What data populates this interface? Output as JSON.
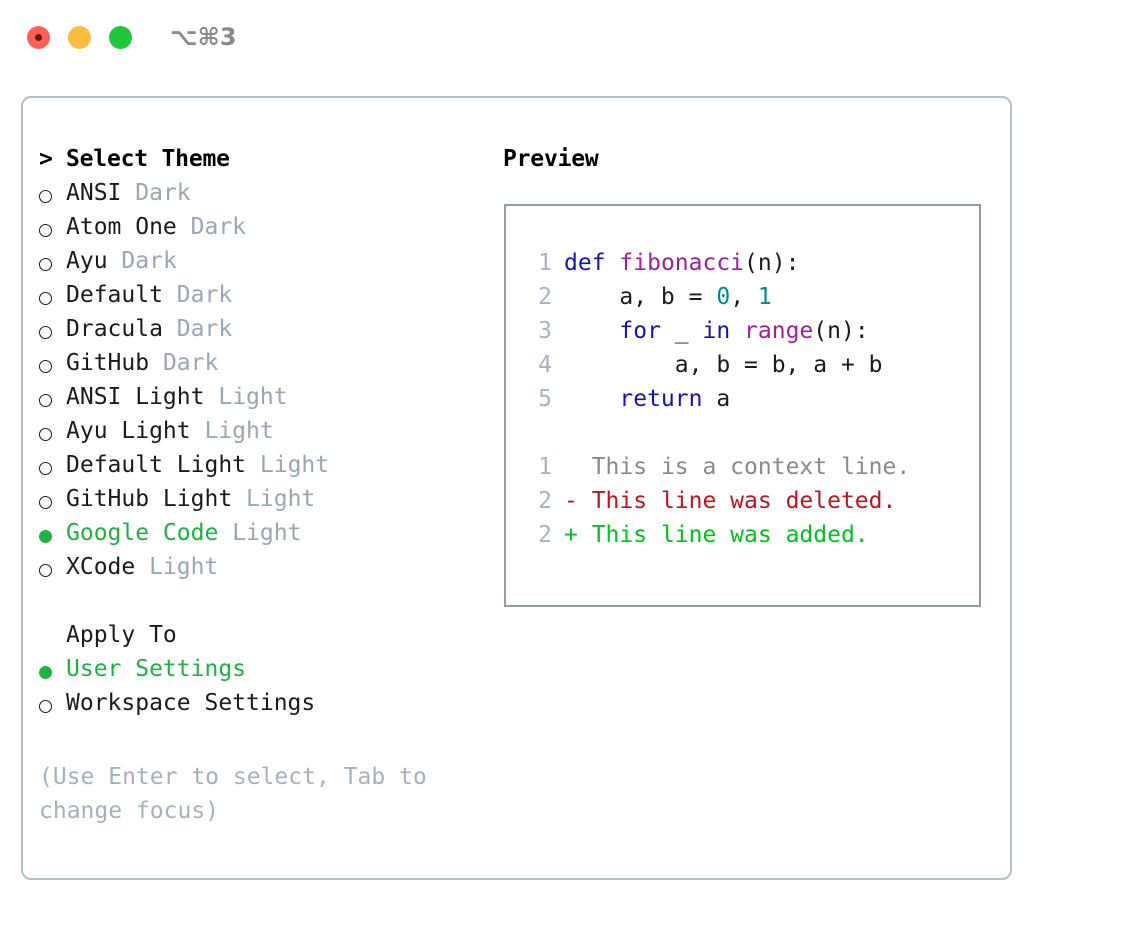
{
  "titlebar": {
    "shortcut": "⌥⌘3",
    "buttons": {
      "close": "close",
      "minimize": "minimize",
      "maximize": "maximize"
    }
  },
  "theme_picker": {
    "header": "Select Theme",
    "prompt": ">",
    "marker_selected": "●",
    "marker_unselected": "○",
    "items": [
      {
        "name": "ANSI",
        "kind": "Dark",
        "selected": false
      },
      {
        "name": "Atom One",
        "kind": "Dark",
        "selected": false
      },
      {
        "name": "Ayu",
        "kind": "Dark",
        "selected": false
      },
      {
        "name": "Default",
        "kind": "Dark",
        "selected": false
      },
      {
        "name": "Dracula",
        "kind": "Dark",
        "selected": false
      },
      {
        "name": "GitHub",
        "kind": "Dark",
        "selected": false
      },
      {
        "name": "ANSI Light",
        "kind": "Light",
        "selected": false
      },
      {
        "name": "Ayu Light",
        "kind": "Light",
        "selected": false
      },
      {
        "name": "Default Light",
        "kind": "Light",
        "selected": false
      },
      {
        "name": "GitHub Light",
        "kind": "Light",
        "selected": false
      },
      {
        "name": "Google Code",
        "kind": "Light",
        "selected": true
      },
      {
        "name": "XCode",
        "kind": "Light",
        "selected": false
      }
    ]
  },
  "apply_to": {
    "header": "Apply To",
    "options": [
      {
        "label": "User Settings",
        "selected": true
      },
      {
        "label": "Workspace Settings",
        "selected": false
      }
    ]
  },
  "hint": "(Use Enter to select, Tab to change focus)",
  "preview": {
    "title": "Preview",
    "code_lines": [
      {
        "no": "1",
        "tokens": [
          {
            "t": "def",
            "c": "kw"
          },
          {
            "t": " ",
            "c": "plain"
          },
          {
            "t": "fibonacci",
            "c": "fn"
          },
          {
            "t": "(n):",
            "c": "punct"
          }
        ]
      },
      {
        "no": "2",
        "tokens": [
          {
            "t": "    a, b = ",
            "c": "plain"
          },
          {
            "t": "0",
            "c": "num"
          },
          {
            "t": ", ",
            "c": "plain"
          },
          {
            "t": "1",
            "c": "num"
          }
        ]
      },
      {
        "no": "3",
        "tokens": [
          {
            "t": "    ",
            "c": "plain"
          },
          {
            "t": "for",
            "c": "kw"
          },
          {
            "t": " _ ",
            "c": "plain"
          },
          {
            "t": "in",
            "c": "kw"
          },
          {
            "t": " ",
            "c": "plain"
          },
          {
            "t": "range",
            "c": "fn"
          },
          {
            "t": "(n):",
            "c": "punct"
          }
        ]
      },
      {
        "no": "4",
        "tokens": [
          {
            "t": "        a, b = b, a + b",
            "c": "plain"
          }
        ]
      },
      {
        "no": "5",
        "tokens": [
          {
            "t": "    ",
            "c": "plain"
          },
          {
            "t": "return",
            "c": "kw"
          },
          {
            "t": " a",
            "c": "plain"
          }
        ]
      }
    ],
    "diff_lines": [
      {
        "no": "1",
        "sign": " ",
        "text": " This is a context line.",
        "kind": "context"
      },
      {
        "no": "2",
        "sign": "-",
        "text": " This line was deleted.",
        "kind": "del"
      },
      {
        "no": "2",
        "sign": "+",
        "text": " This line was added.",
        "kind": "add"
      }
    ]
  },
  "colors": {
    "accent_green": "#1fb141",
    "diff_add": "#00c41e",
    "diff_del": "#c0141e",
    "muted": "#9aa5b5",
    "border": "#b6bece",
    "code_border": "#8d9bac",
    "keyword": "#1414b4",
    "function": "#a01ea0",
    "number": "#008b8b"
  }
}
